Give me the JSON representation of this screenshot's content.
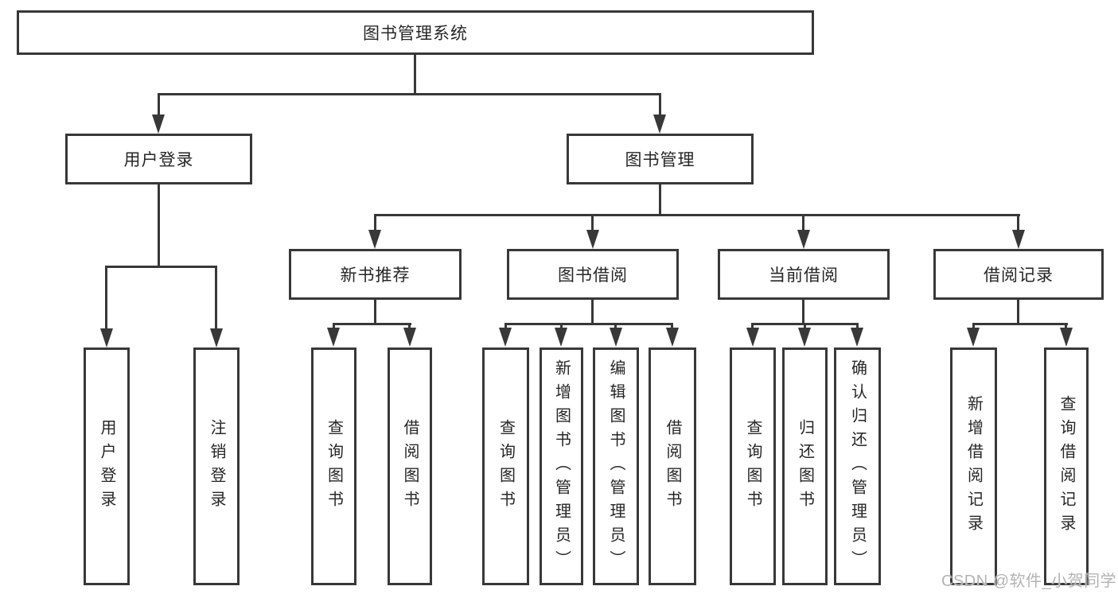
{
  "diagram": {
    "title": "图书管理系统",
    "root": {
      "label": "图书管理系统"
    },
    "level2": [
      {
        "label": "用户登录"
      },
      {
        "label": "图书管理"
      }
    ],
    "level3": [
      {
        "label": "新书推荐"
      },
      {
        "label": "图书借阅"
      },
      {
        "label": "当前借阅"
      },
      {
        "label": "借阅记录"
      }
    ],
    "leaves": {
      "user_login": [
        "用户登录",
        "注销登录"
      ],
      "new_book_recommend": [
        "查询图书",
        "借阅图书"
      ],
      "book_borrow": [
        "查询图书",
        "新增图书（管理员）",
        "编辑图书（管理员）",
        "借阅图书"
      ],
      "current_borrow": [
        "查询图书",
        "归还图书",
        "确认归还（管理员）"
      ],
      "borrow_records": [
        "新增借阅记录",
        "查询借阅记录"
      ]
    },
    "hierarchy": [
      {
        "parent": "图书管理系统",
        "children": [
          "用户登录",
          "图书管理"
        ]
      },
      {
        "parent": "用户登录",
        "children": [
          "用户登录",
          "注销登录"
        ]
      },
      {
        "parent": "图书管理",
        "children": [
          "新书推荐",
          "图书借阅",
          "当前借阅",
          "借阅记录"
        ]
      },
      {
        "parent": "新书推荐",
        "children": [
          "查询图书",
          "借阅图书"
        ]
      },
      {
        "parent": "图书借阅",
        "children": [
          "查询图书",
          "新增图书（管理员）",
          "编辑图书（管理员）",
          "借阅图书"
        ]
      },
      {
        "parent": "当前借阅",
        "children": [
          "查询图书",
          "归还图书",
          "确认归还（管理员）"
        ]
      },
      {
        "parent": "借阅记录",
        "children": [
          "新增借阅记录",
          "查询借阅记录"
        ]
      }
    ]
  },
  "watermark": {
    "text": "CSDN @软件_小贺同学"
  },
  "colors": {
    "line": "#383838",
    "text": "#262626",
    "background": "#ffffff",
    "watermark": "#b3b3b3"
  }
}
